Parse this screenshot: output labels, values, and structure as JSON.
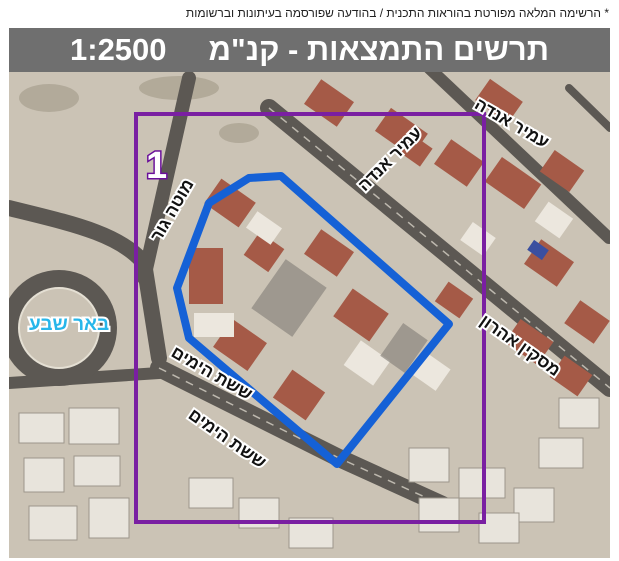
{
  "note": "* הרשימה המלאה מפורטת בהוראות התכנית / בהודעה שפורסמה בעיתונות וברשומות",
  "header": {
    "title": "תרשים התמצאות - קנ\"מ",
    "scale": "1:2500"
  },
  "map": {
    "plan_number": "1",
    "city_label": "באר שבע",
    "streets": {
      "amir_anda_1": "עמיר אנדה",
      "amir_anda_2": "עמיר אנדה",
      "moshe_gur": "מוטה גור",
      "miskin_aharon": "מסקין אהרון",
      "sheshet_hayamim_1": "ששת הימים",
      "sheshet_hayamim_2": "ששת הימים"
    },
    "colors": {
      "plan_area_outline": "#7a1fa2",
      "plan_boundary": "#1561d6",
      "city_label": "#27b6ea",
      "header_bg": "#6f6f6f"
    }
  }
}
